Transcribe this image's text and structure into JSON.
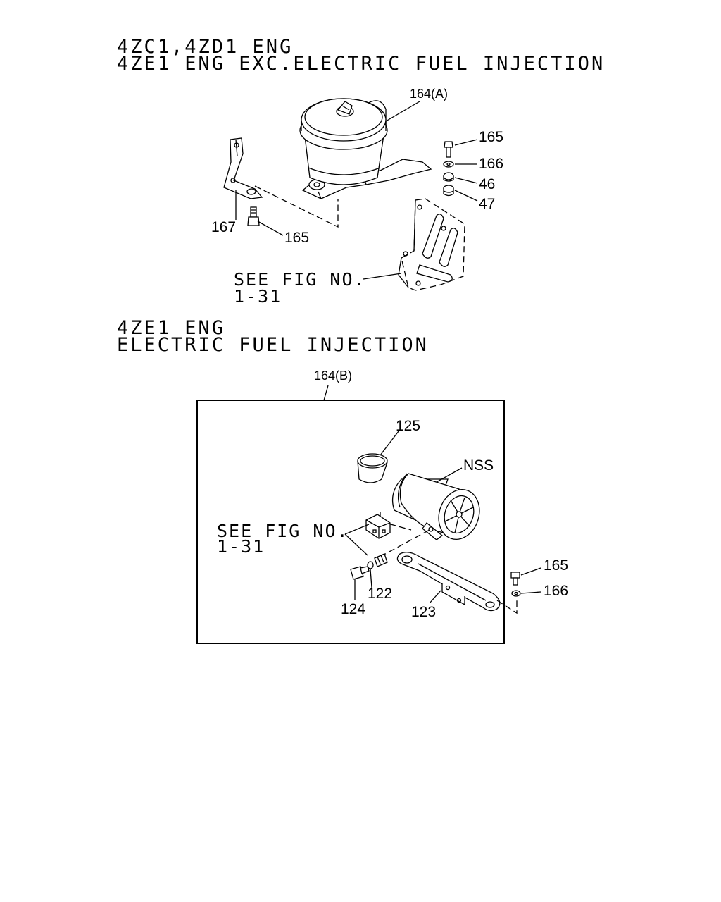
{
  "section_a": {
    "heading_line1": "4ZC1,4ZD1 ENG",
    "heading_line2": "4ZE1 ENG EXC.ELECTRIC FUEL INJECTION",
    "callouts": {
      "air_cleaner": "164(A)",
      "bolt_right": "165",
      "washer_right": "166",
      "nut_46": "46",
      "grommet_47": "47",
      "bracket_167": "167",
      "bolt_left": "165"
    },
    "see_fig_line1": "SEE FIG NO.",
    "see_fig_line2": "1-31"
  },
  "section_b": {
    "heading_line1": "4ZE1 ENG",
    "heading_line2": "ELECTRIC FUEL INJECTION",
    "box_label": "164(B)",
    "callouts": {
      "sleeve_125": "125",
      "filter_nss": "NSS",
      "bolt_165": "165",
      "washer_166": "166",
      "part_122": "122",
      "bolt_124": "124",
      "bracket_123": "123"
    },
    "see_fig_line1": "SEE FIG NO.",
    "see_fig_line2": "1-31"
  }
}
